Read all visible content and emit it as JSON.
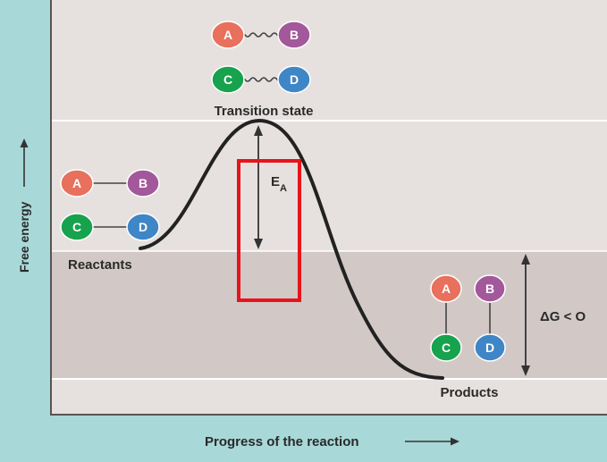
{
  "labels": {
    "transition_state": "Transition state",
    "reactants": "Reactants",
    "products": "Products",
    "activation_energy_main": "E",
    "activation_energy_sub": "A",
    "delta_g": "ΔG < O",
    "y_axis": "Free energy",
    "x_axis": "Progress of the reaction"
  },
  "atoms": {
    "a": "A",
    "b": "B",
    "c": "C",
    "d": "D"
  },
  "colors": {
    "background": "#a9d8d8",
    "plot_area": "#e6e1df",
    "band": "#d2c9c7",
    "atom_a": "#e8705c",
    "atom_b": "#a2589a",
    "atom_c": "#17a24e",
    "atom_d": "#3f86c6",
    "highlight": "#e8141b",
    "curve": "#222222"
  }
}
